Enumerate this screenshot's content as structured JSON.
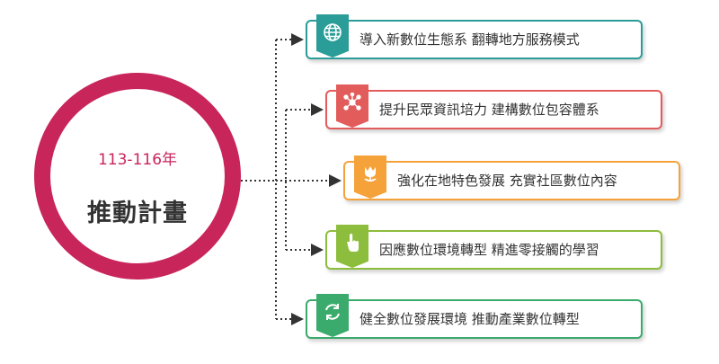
{
  "center": {
    "years": "113-116年",
    "title": "推動計畫"
  },
  "items": [
    {
      "label": "導入新數位生態系 翻轉地方服務模式",
      "color": "#2a9d99",
      "icon": "globe-icon"
    },
    {
      "label": "提升民眾資訊培力 建構數位包容體系",
      "color": "#e35c5c",
      "icon": "network-icon"
    },
    {
      "label": "強化在地特色發展 充實社區數位內容",
      "color": "#f5a23a",
      "icon": "tulip-icon"
    },
    {
      "label": "因應數位環境轉型 精進零接觸的學習",
      "color": "#8dbd3d",
      "icon": "hand-pointer-icon"
    },
    {
      "label": "健全數位發展環境 推動產業數位轉型",
      "color": "#3aab6d",
      "icon": "refresh-icon"
    }
  ]
}
